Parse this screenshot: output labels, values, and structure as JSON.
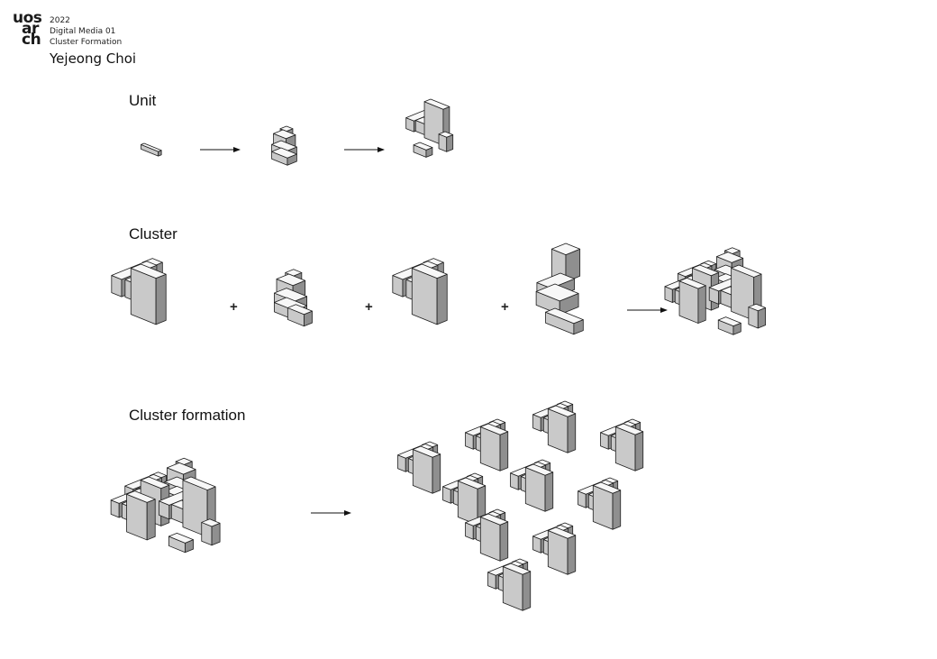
{
  "header": {
    "logo_lines": [
      "uos",
      "ar",
      "ch"
    ],
    "year": "2022",
    "course": "Digital Media 01",
    "project": "Cluster Formation",
    "author": "Yejeong Choi"
  },
  "sections": {
    "unit": {
      "title": "Unit"
    },
    "cluster": {
      "title": "Cluster",
      "operators": [
        "+",
        "+",
        "+"
      ]
    },
    "formation": {
      "title": "Cluster formation"
    }
  },
  "colors": {
    "face_top": "#f7f7f7",
    "face_left": "#c9c9c9",
    "face_right": "#8f8f8f",
    "edge": "#1e1e1e"
  }
}
